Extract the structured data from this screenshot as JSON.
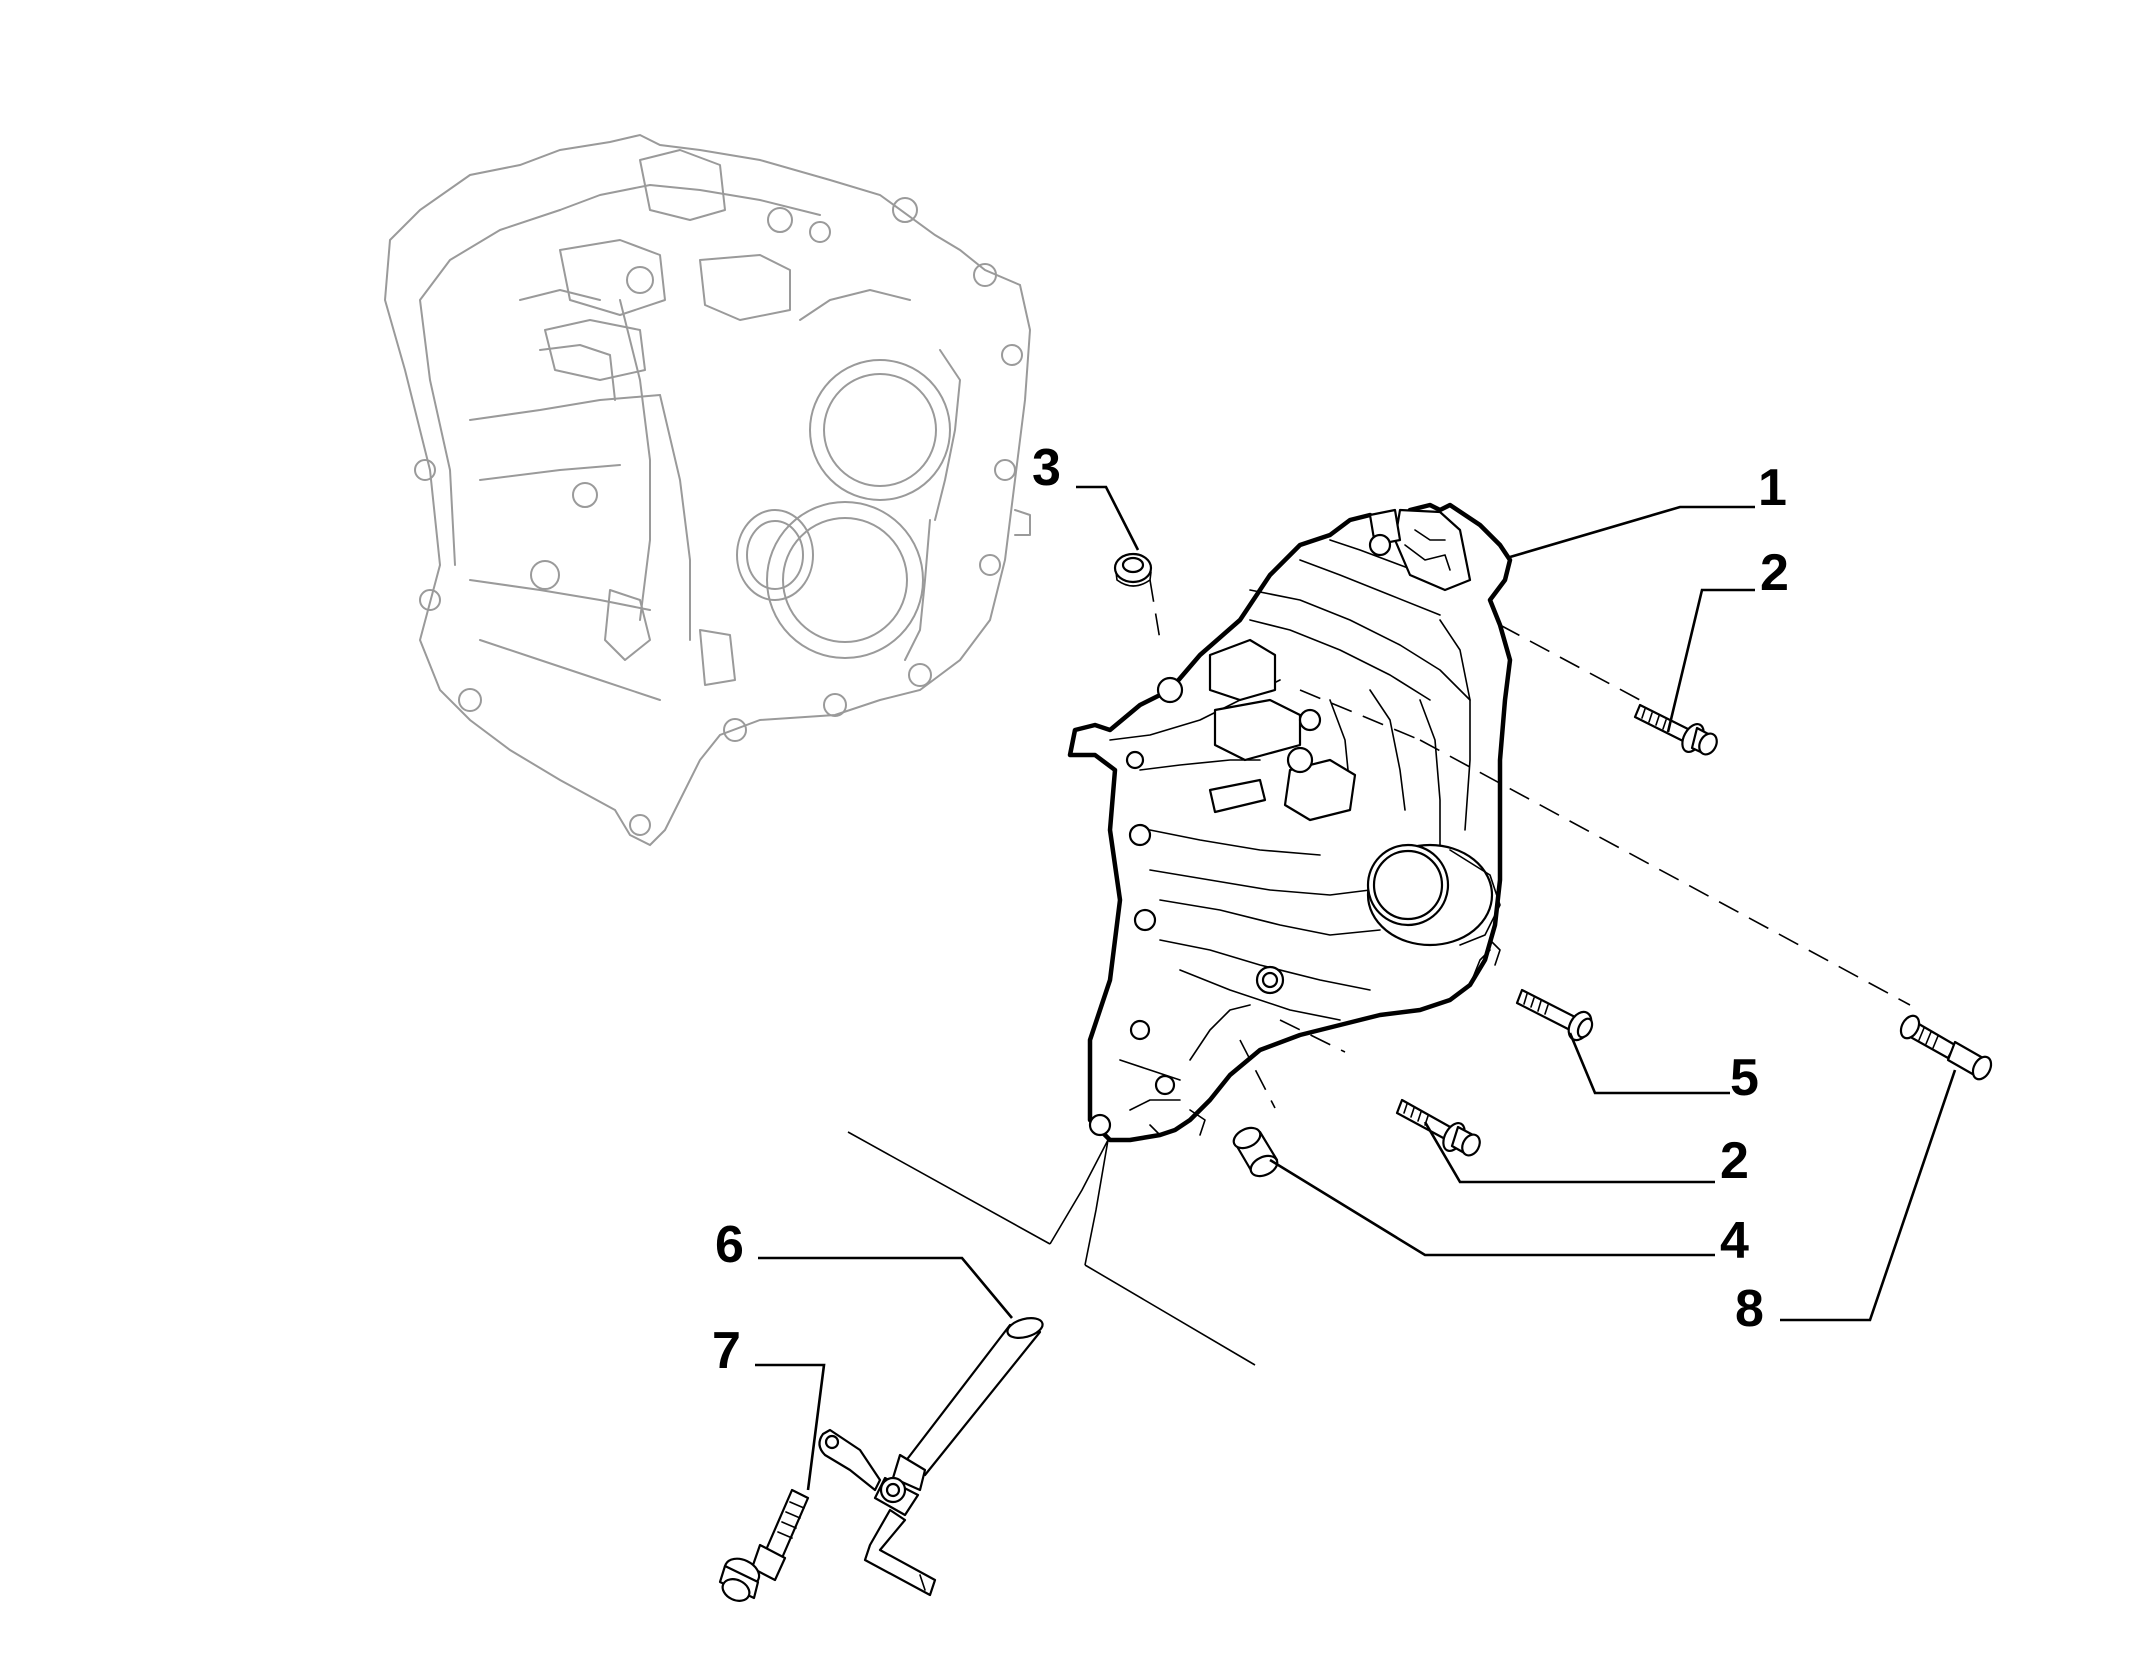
{
  "callouts": [
    {
      "id": "1",
      "label": "1"
    },
    {
      "id": "2a",
      "label": "2"
    },
    {
      "id": "3",
      "label": "3"
    },
    {
      "id": "5",
      "label": "5"
    },
    {
      "id": "2b",
      "label": "2"
    },
    {
      "id": "4",
      "label": "4"
    },
    {
      "id": "8",
      "label": "8"
    },
    {
      "id": "6",
      "label": "6"
    },
    {
      "id": "7",
      "label": "7"
    }
  ],
  "colors": {
    "line": "#000000",
    "ghost": "#9a9a9a",
    "background": "#ffffff"
  }
}
